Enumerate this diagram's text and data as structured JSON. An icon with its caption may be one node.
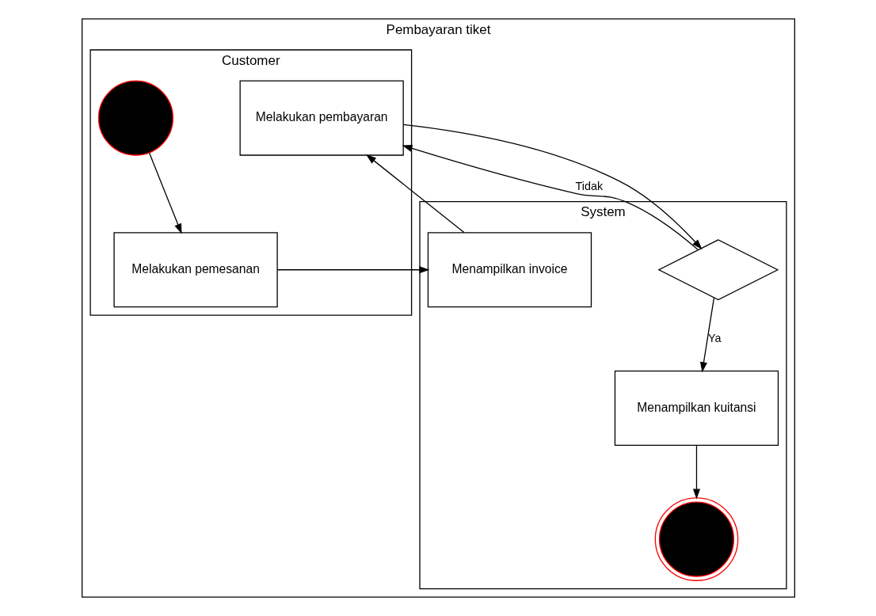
{
  "diagram": {
    "nodes": [
      {
        "text": [
          "Pembayaran tiket"
        ]
      },
      {
        "text": [
          "Customer"
        ],
        "in": 0
      },
      {
        "text": [
          "System"
        ],
        "in": 0
      },
      {
        "text": [],
        "shape": "circle",
        "in": 1
      },
      {
        "text": [
          "Melakukan pemesanan"
        ],
        "in": 1
      },
      {
        "text": [
          "Melakukan pembayaran"
        ],
        "in": 1
      },
      {
        "text": [
          "Menampilkan invoice"
        ],
        "in": 2
      },
      {
        "text": [],
        "shape": "diamond",
        "in": 2
      },
      {
        "text": [
          "Menampilkan kuitansi"
        ],
        "in": 2
      },
      {
        "text": [],
        "shape": "bullseye",
        "in": 2
      }
    ],
    "edges": [
      {
        "from": 3,
        "to": 4,
        "arrow": "to"
      },
      {
        "from": 4,
        "to": 6,
        "arrow": "to"
      },
      {
        "from": 6,
        "to": 5,
        "arrow": "to"
      },
      {
        "from": 5,
        "to": 7,
        "arrow": "to"
      },
      {
        "from": 7,
        "to": 8,
        "label": "Ya",
        "arrow": "to"
      },
      {
        "from": 7,
        "to": 5,
        "label": "Tidak",
        "arrow": "to"
      },
      {
        "from": 8,
        "to": 9,
        "arrow": "to"
      }
    ]
  }
}
